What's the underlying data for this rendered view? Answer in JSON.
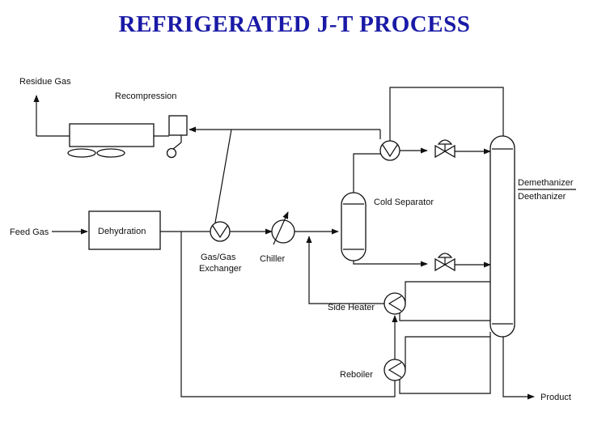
{
  "title": "REFRIGERATED J-T PROCESS",
  "labels": {
    "residue_gas": "Residue Gas",
    "recompression": "Recompression",
    "feed_gas": "Feed Gas",
    "dehydration": "Dehydration",
    "gas_exchanger_1": "Gas/Gas",
    "gas_exchanger_2": "Exchanger",
    "chiller": "Chiller",
    "cold_separator": "Cold Separator",
    "side_heater": "Side Heater",
    "reboiler": "Reboiler",
    "demethanizer": "Demethanizer",
    "deethanizer": "Deethanizer",
    "product": "Product"
  }
}
